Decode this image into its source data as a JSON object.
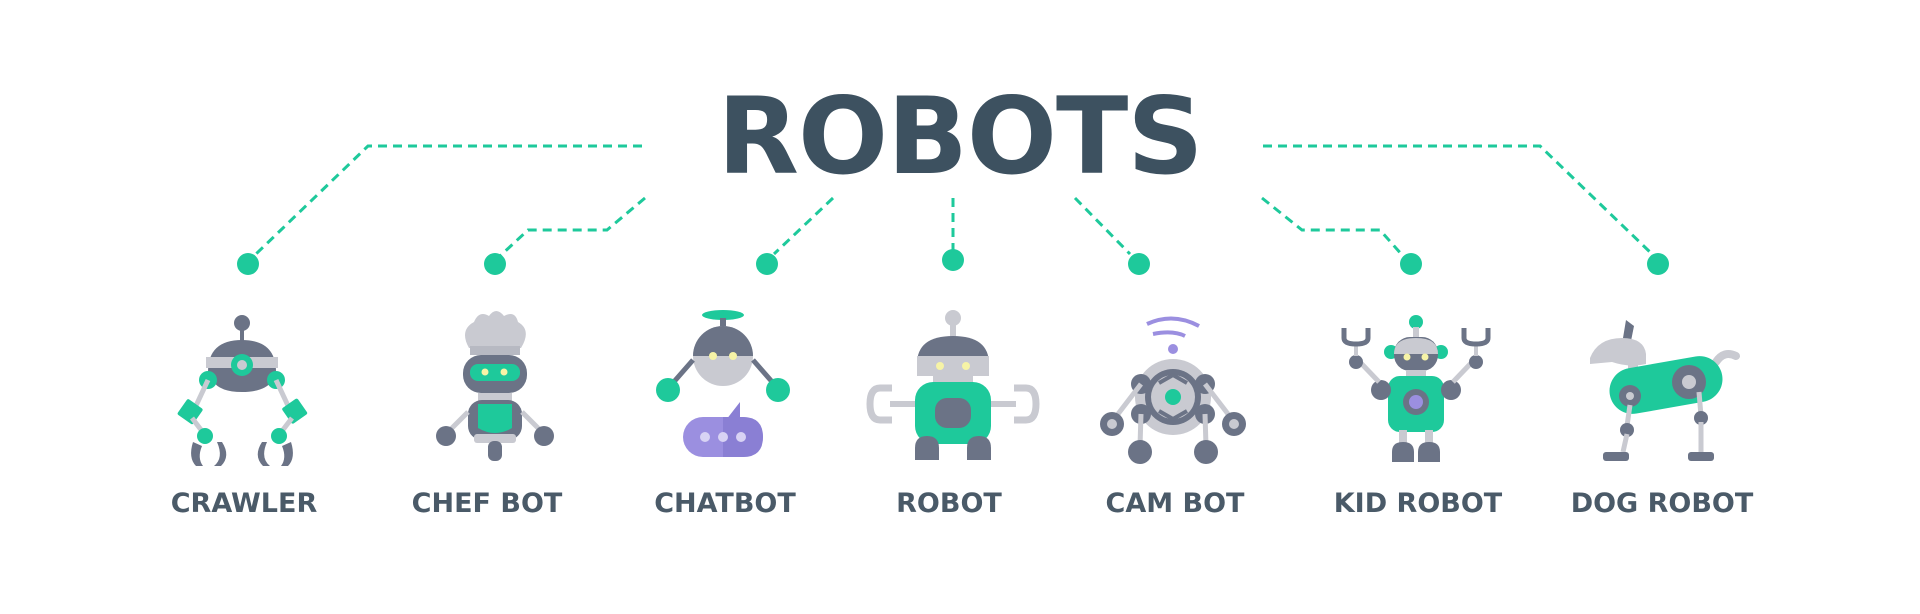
{
  "title": "ROBOTS",
  "colors": {
    "title": "#3d5160",
    "label": "#4a5a68",
    "accent": "#1ec99b",
    "dark_gray": "#6b7386",
    "light_gray": "#c9cad1",
    "purple": "#9b8fe0"
  },
  "items": [
    {
      "label": "CRAWLER",
      "icon": "crawler-robot-icon"
    },
    {
      "label": "CHEF BOT",
      "icon": "chef-bot-icon"
    },
    {
      "label": "CHATBOT",
      "icon": "chatbot-icon"
    },
    {
      "label": "ROBOT",
      "icon": "robot-icon"
    },
    {
      "label": "CAM BOT",
      "icon": "cam-bot-icon"
    },
    {
      "label": "KID ROBOT",
      "icon": "kid-robot-icon"
    },
    {
      "label": "DOG ROBOT",
      "icon": "dog-robot-icon"
    }
  ]
}
